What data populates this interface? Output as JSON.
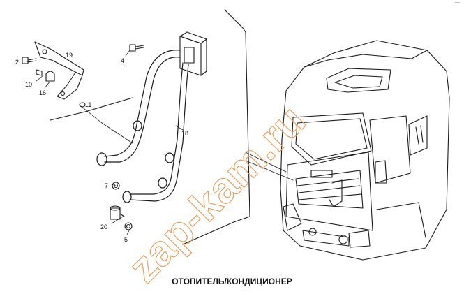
{
  "diagram": {
    "caption": "ОТОПИТЕЛЬ/КОНДИЦИОНЕР",
    "corner_mark": "—",
    "watermark": "zap-kam.ru",
    "callouts": [
      {
        "id": "c2",
        "label": "2"
      },
      {
        "id": "c19",
        "label": "19"
      },
      {
        "id": "c10",
        "label": "10"
      },
      {
        "id": "c16",
        "label": "16"
      },
      {
        "id": "c11",
        "label": "11"
      },
      {
        "id": "c4",
        "label": "4"
      },
      {
        "id": "c18",
        "label": "18"
      },
      {
        "id": "c7",
        "label": "7"
      },
      {
        "id": "c20",
        "label": "20"
      },
      {
        "id": "c5",
        "label": "5"
      }
    ],
    "colors": {
      "line": "#1a1a1a",
      "watermark": "#e8a060"
    }
  }
}
